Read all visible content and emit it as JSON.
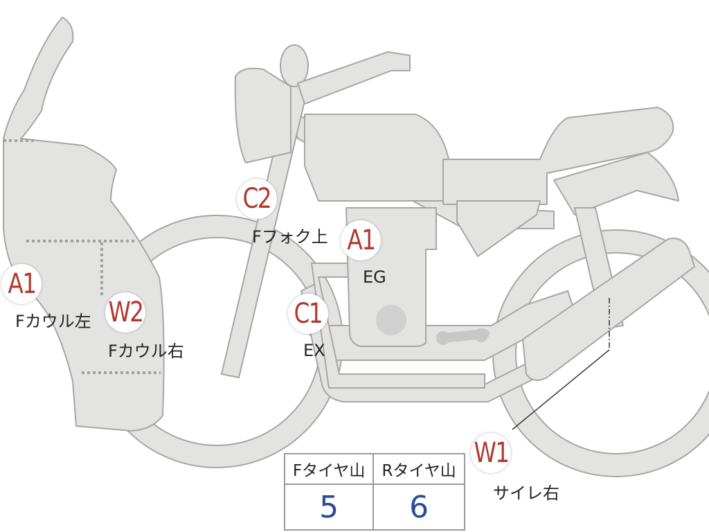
{
  "markers": [
    {
      "id": "a1-left",
      "code": "A1",
      "label": "Fカウル左"
    },
    {
      "id": "w2",
      "code": "W2",
      "label": "Fカウル右"
    },
    {
      "id": "c2",
      "code": "C2",
      "label": "Fフォク上"
    },
    {
      "id": "a1-engine",
      "code": "A1",
      "label": "EG"
    },
    {
      "id": "c1",
      "code": "C1",
      "label": "EX"
    },
    {
      "id": "w1",
      "code": "W1",
      "label": "サイレ右"
    }
  ],
  "tire_table": {
    "headers": [
      "Fタイヤ山",
      "Rタイヤ山"
    ],
    "values": [
      "5",
      "6"
    ]
  },
  "colors": {
    "body_fill": "#e3e3e1",
    "outline": "#a6a6a6",
    "marker_code": "#b03a32",
    "tread_value": "#2a4a9a"
  }
}
